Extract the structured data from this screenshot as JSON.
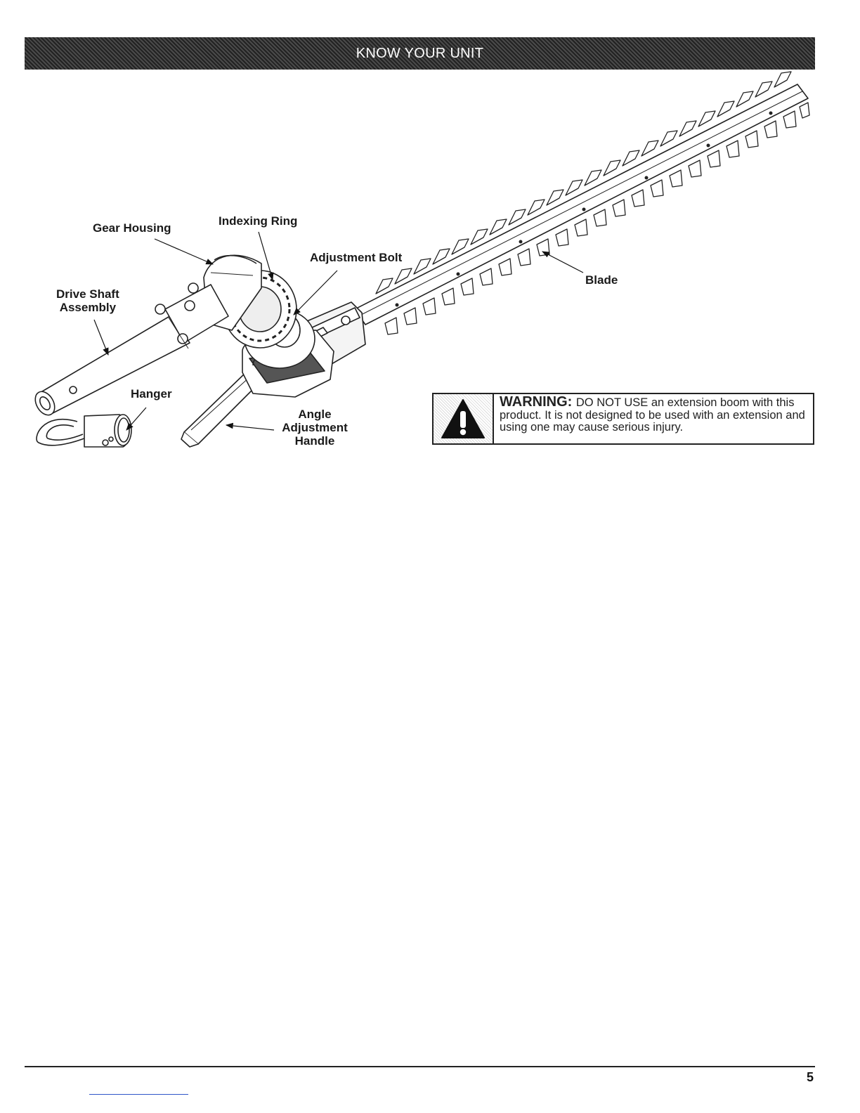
{
  "header": {
    "title": "KNOW YOUR UNIT"
  },
  "labels": {
    "gear_housing": "Gear Housing",
    "indexing_ring": "Indexing Ring",
    "adjustment_bolt": "Adjustment Bolt",
    "blade": "Blade",
    "drive_shaft_line1": "Drive Shaft",
    "drive_shaft_line2": "Assembly",
    "hanger": "Hanger",
    "angle_line1": "Angle",
    "angle_line2": "Adjustment",
    "angle_line3": "Handle"
  },
  "warning": {
    "title": "WARNING:",
    "text": "DO NOT USE an extension boom with this product. It is not designed to be used with an extension and using one may cause serious injury."
  },
  "footer": {
    "page_number": "5"
  }
}
